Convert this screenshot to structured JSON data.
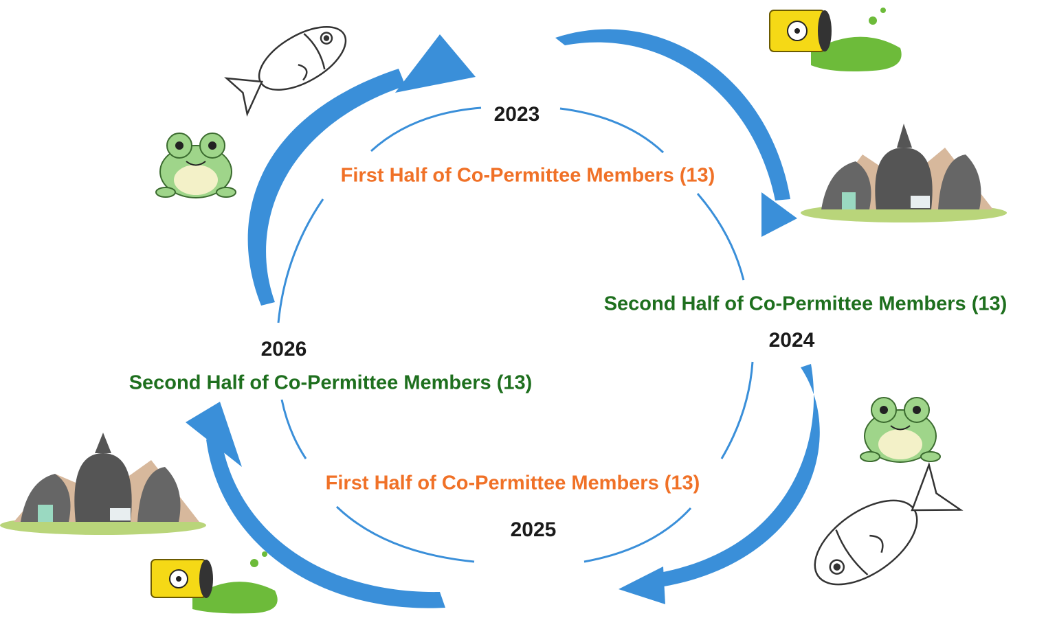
{
  "diagram": {
    "colors": {
      "arrow": "#3a8fd9",
      "ring": "#3a8fd9",
      "first_half": "#f07127",
      "second_half": "#1e6f1e",
      "year": "#1a1a1a"
    },
    "nodes": [
      {
        "year": "2023",
        "group": "First Half of Co-Permittee Members (13)"
      },
      {
        "year": "2024",
        "group": "Second Half of Co-Permittee Members (13)"
      },
      {
        "year": "2025",
        "group": "First Half of Co-Permittee Members (13)"
      },
      {
        "year": "2026",
        "group": "Second Half of Co-Permittee Members (13)"
      }
    ],
    "illustrations": [
      "fish-icon",
      "frog-icon",
      "toxic-barrel-icon",
      "trash-pile-icon"
    ]
  }
}
